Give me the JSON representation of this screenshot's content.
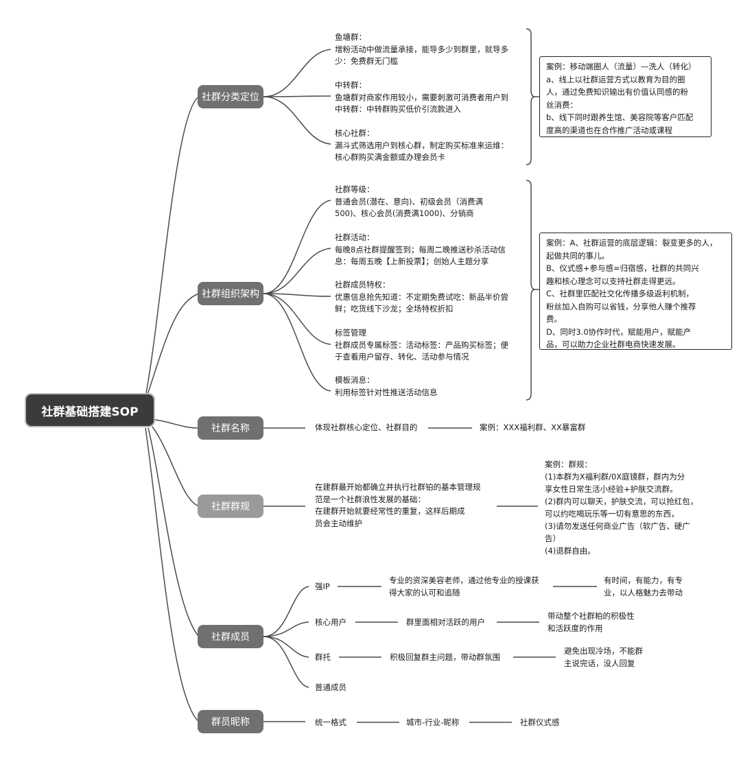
{
  "root": "社群基础搭建SOP",
  "branches": {
    "classify": {
      "label": "社群分类定位",
      "items": [
        "鱼塘群：\n增粉活动中做流量承接，能导多少到群里，就导多\n少：免费群无门槛",
        "中转群：\n鱼塘群对商家作用较小，需要刺激可消费者用户到\n中转群：中转群购买低价引流款进入",
        "核心社群：\n漏斗式筛选用户到核心群，制定购买标准来运维：\n核心群购买满金额或办理会员卡"
      ],
      "case": "案例：移动端圈人（流量）—洗人（转化）\na、线上以社群运营方式以教育为目的圈\n人，通过免费知识输出有价值认同感的粉\n丝消费：\nb、线下同时跟养生馆、美容院等客户匹配\n度高的渠道也在合作推广活动或课程"
    },
    "org": {
      "label": "社群组织架构",
      "items": [
        "社群等级：\n普通会员(潜在、意向)、初级会员（消费满\n500)、核心会员(消费满1000)、分销商",
        "社群活动：\n每晚8点社群提醒签到；每周二晚推送秒杀活动信\n息：每周五晚【上新投票】；创始人主题分享",
        "社群成员特权：\n优惠信息抢先知道：不定期免费试吃：新品半价尝\n鲜；吃货线下沙龙；全场特权折扣",
        "标签管理\n社群成员专属标签：活动标签：产品购买标签；便\n于查看用户留存、转化、活动参与情况",
        "模板消息：\n利用标签针对性推送活动信息"
      ],
      "case": "案例：A、社群运营的底层逻辑：裂变更多的人，\n起做共同的事儿。\nB、仪式感+参与感=归宿感，社群的共同兴\n趣和核心理念可以支持社群走得更远。\nC、社群里匹配社交化传播多级返利机制，\n粉丝加入自购可以省钱，分享他人赚个推荐\n费。\nD、同时3.0协作时代，赋能用户，赋能产\n品，可以助力企业社群电商快速发展。"
    },
    "name": {
      "label": "社群名称",
      "desc": "体现社群核心定位、社群目的",
      "case": "案例：XXX福利群、XX暴富群"
    },
    "rules": {
      "label": "社群群规",
      "desc": "在建群最开始都确立并执行社群铂的基本管理规\n范是一个社群浪性发展的基础：\n在建群开始就要经常性的重复，这样后期成\n员会主动维护",
      "case": "案例：群规：\n(1)本群为X福利群/0X庭镜群，群内为分\n享女性日常生活小经验+护肤交流群。\n(2)群内可以聊天，护肤交流，可以抢红包，\n可以约吃喝玩乐等一切有意思的东西，\n(3)请勿发送任何商业广告（软广告、硬广\n告）\n(4)退群自由。"
    },
    "members": {
      "label": "社群成员",
      "rows": [
        {
          "name": "强IP",
          "desc": "专业的资深美容老师，通过他专业的授课获\n得大家的认可和追随",
          "extra": "有时间，有能力，有专\n业，以人格魅力去带动"
        },
        {
          "name": "核心用户",
          "desc": "群里面相对活跃的用户",
          "extra": "带动整个社群粕的积极性\n和活跃度的作用"
        },
        {
          "name": "群托",
          "desc": "积极回复群主问题，带动群氛围",
          "extra": "避免出现冷场，不能群\n主说完话，没人回复"
        },
        {
          "name": "普通成员"
        }
      ]
    },
    "nick": {
      "label": "群员昵称",
      "steps": [
        "统一格式",
        "城市-行业-昵称",
        "社群仪式感"
      ]
    }
  }
}
